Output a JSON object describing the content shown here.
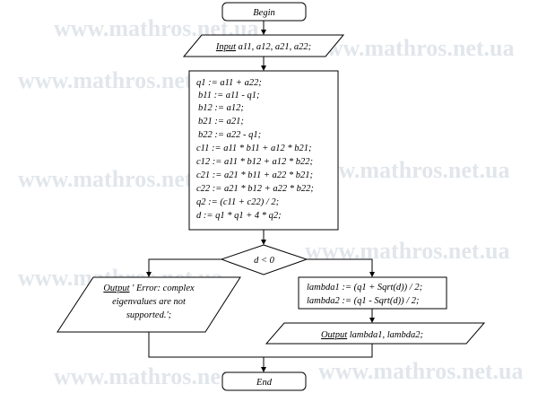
{
  "watermark": "www.mathros.net.ua",
  "begin_label": "Begin",
  "input": {
    "keyword": "Input",
    "text": " a11, a12, a21, a22;"
  },
  "process_lines": [
    "q1 := a11 + a22;",
    "b11 := a11 - q1;",
    "b12 := a12;",
    "b21 := a21;",
    "b22 := a22 - q1;",
    "c11 := a11 * b11 + a12 * b21;",
    "c12 := a11 * b12 + a12 * b22;",
    "c21 := a21 * b11 + a22 * b21;",
    "c22 := a21 * b12 + a22 * b22;",
    "q2 := (c11 + c22) / 2;",
    "d := q1 * q1 + 4 * q2;"
  ],
  "decision_label": "d < 0",
  "error_output": {
    "keyword": "Output",
    "line1": " ' Error: complex",
    "line2": "eigenvalues are not",
    "line3": "supported.';"
  },
  "lambda_lines": [
    "lambda1 := (q1 + Sqrt(d)) / 2;",
    "lambda2 := (q1 - Sqrt(d)) / 2;"
  ],
  "result_output": {
    "keyword": "Output",
    "text": " lambda1, lambda2;"
  },
  "end_label": "End"
}
